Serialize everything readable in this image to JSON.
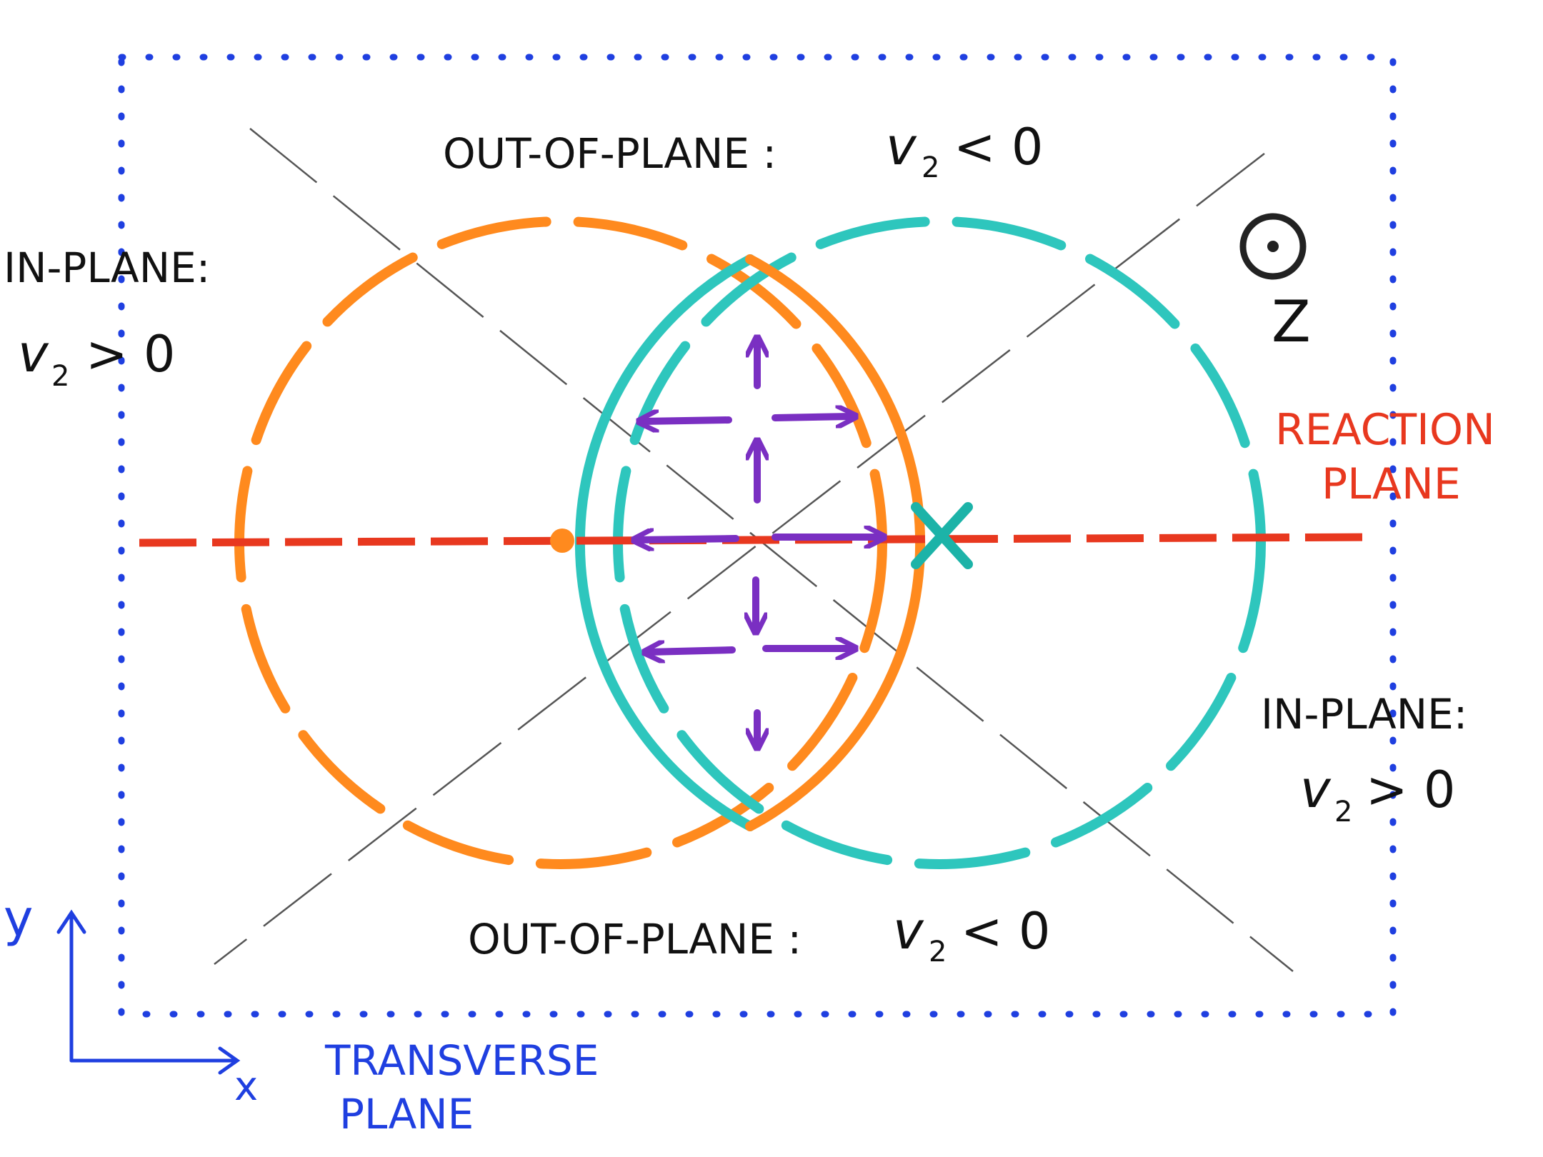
{
  "labels": {
    "out_of_plane_top": "OUT-OF-PLANE :",
    "out_of_plane_bottom": "OUT-OF-PLANE :",
    "v2_negative_symbol": "v",
    "v2_subscript": "2",
    "v2_negative_relation": "< 0",
    "in_plane_left": "IN-PLANE:",
    "in_plane_right": "IN-PLANE:",
    "v2_positive_relation": "> 0",
    "reaction_plane_line1": "REACTION",
    "reaction_plane_line2": "PLANE",
    "z_axis": "Z",
    "y_axis": "y",
    "x_axis": "x",
    "transverse_plane_line1": "TRANSVERSE",
    "transverse_plane_line2": "PLANE"
  },
  "colors": {
    "orange_nucleus": "#ff8a1e",
    "cyan_nucleus": "#2ec6bd",
    "arrows": "#7a2fc2",
    "reaction_plane": "#e8381f",
    "frame": "#1f3fe0",
    "axes": "#1f3fe0",
    "guides": "#555555",
    "text": "#111111"
  },
  "icons": {
    "z_direction": "out-of-page-circle-dot-icon",
    "cyan_center": "cross-x-icon",
    "orange_center": "filled-dot-icon"
  }
}
